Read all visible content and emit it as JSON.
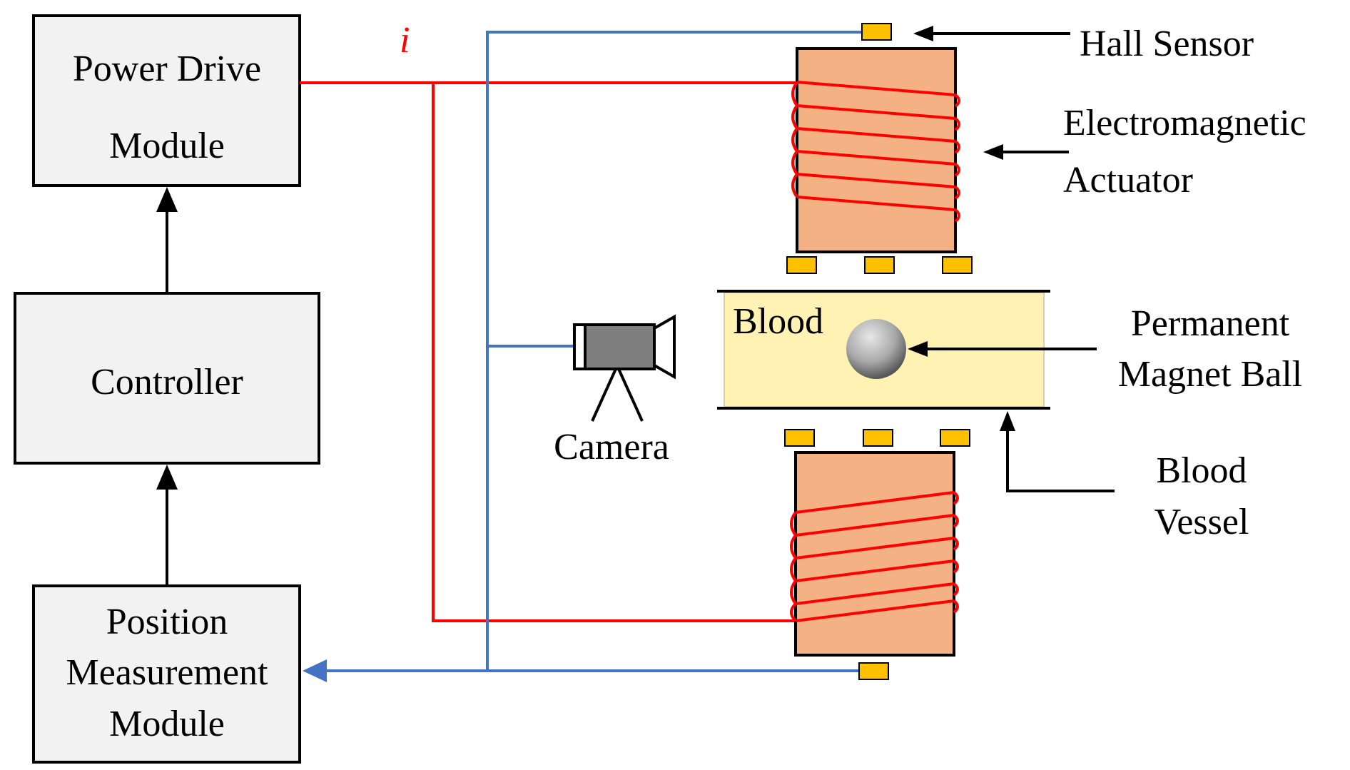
{
  "diagram": {
    "blocks": {
      "power_drive": [
        "Power Drive",
        "Module"
      ],
      "controller": "Controller",
      "position_measurement": [
        "Position",
        "Measurement",
        "Module"
      ]
    },
    "current_symbol": "i",
    "labels": {
      "hall_sensor": "Hall Sensor",
      "actuator": [
        "Electromagnetic",
        "Actuator"
      ],
      "blood": "Blood",
      "magnet_ball": [
        "Permanent",
        "Magnet Ball"
      ],
      "vessel": [
        "Blood",
        "Vessel"
      ],
      "camera": "Camera"
    },
    "colors": {
      "drive_wire": "#ff0000",
      "signal_wire": "#4472c4",
      "coil_core": "#f4b183",
      "hall_sensor": "#ffc000",
      "blood": "#fff2b2",
      "block_fill": "#f2f2f2"
    },
    "icons": {
      "camera": "camera-on-tripod-icon",
      "magnet_ball": "sphere-icon",
      "sensor": "hall-sensor-chip-icon"
    }
  }
}
